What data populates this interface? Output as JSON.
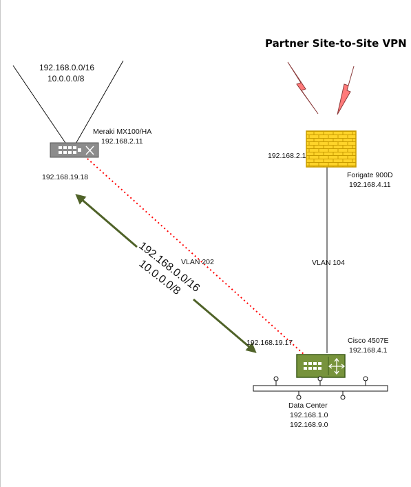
{
  "diagram": {
    "title": "Partner Site-to-Site VPN",
    "meraki": {
      "routes": [
        "192.168.0.0/16",
        "10.0.0.0/8"
      ],
      "name": "Meraki MX100/HA",
      "ip": "192.168.2.11",
      "lan_ip": "192.168.19.18"
    },
    "forigate": {
      "inside_ip": "192.168.2.1",
      "name": "Forigate 900D",
      "ip": "192.168.4.11"
    },
    "links": {
      "vlan_left": "VLAN 202",
      "vlan_right": "VLAN 104",
      "route_arrow_line1": "192.168.0.0/16",
      "route_arrow_line2": "10.0.0.0/8"
    },
    "cisco": {
      "link_ip": "192.168.19.17",
      "name": "Cisco 4507E",
      "ip": "192.168.4.1"
    },
    "datacenter": {
      "name": "Data Center",
      "subnet1": "192.168.1.0",
      "subnet2": "192.168.9.0"
    },
    "colors": {
      "arrow": "#4f6228",
      "vpn_link": "#ff0000",
      "firewall": "#ffd42a",
      "router_green": "#77933c",
      "meraki_gray": "#8c8c8c",
      "lightning": "#ff7a7a"
    }
  }
}
